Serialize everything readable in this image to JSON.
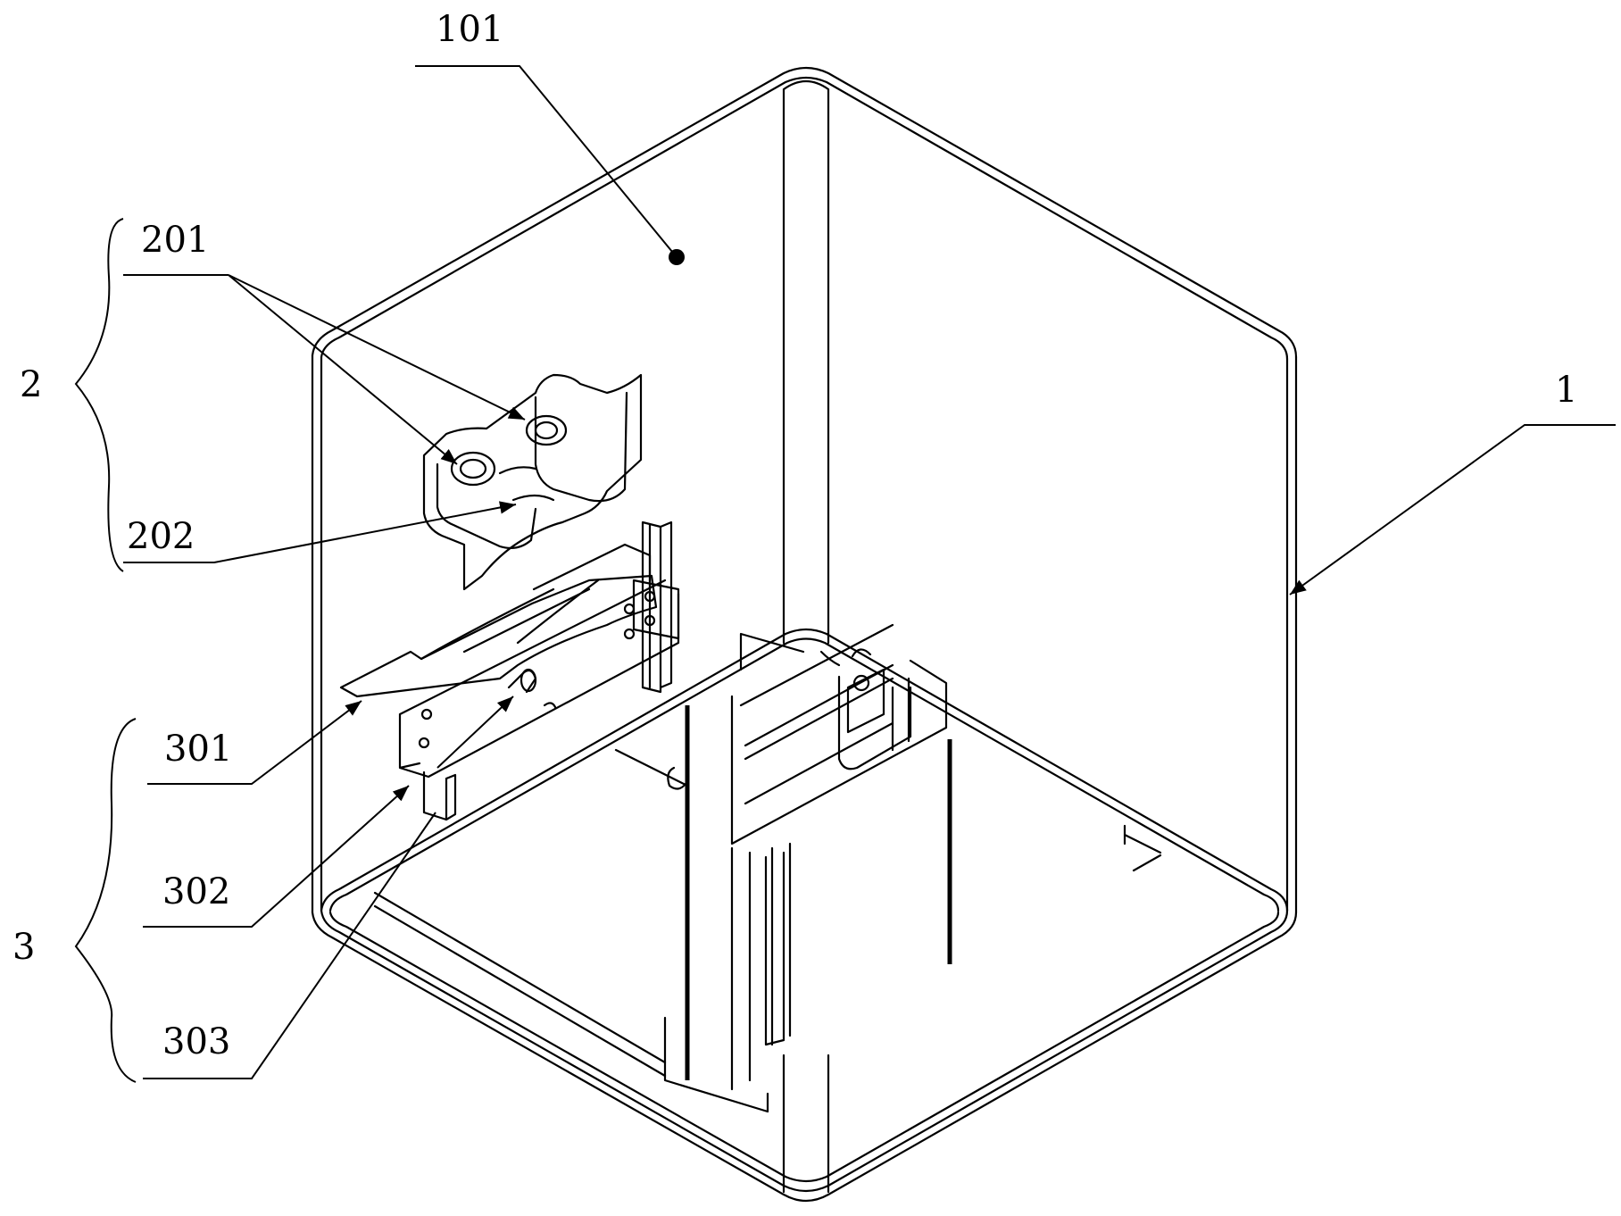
{
  "labels": {
    "l101": "101",
    "l201": "201",
    "l2": "2",
    "l202": "202",
    "l1": "1",
    "l301": "301",
    "l302": "302",
    "l3": "3",
    "l303": "303"
  },
  "colors": {
    "line": "#000000",
    "background": "#ffffff"
  }
}
